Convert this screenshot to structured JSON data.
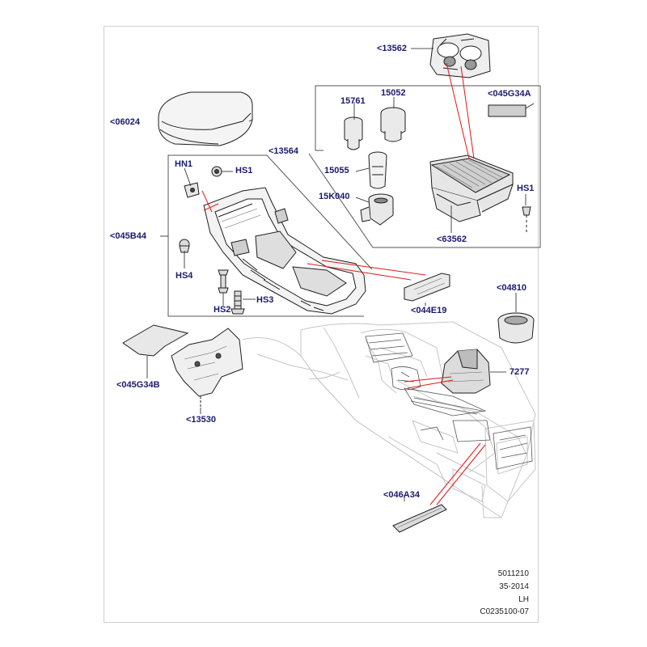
{
  "diagram": {
    "colors": {
      "label": "#1a1a6e",
      "leader_red": "#e01818",
      "outline": "#1e1e1e",
      "ghost": "#c6c6c6",
      "frame": "#555555"
    },
    "callouts": {
      "c13562": "<13562",
      "c045G34A": "<045G34A",
      "c06024": "<06024",
      "c15761": "15761",
      "c15052": "15052",
      "c13564": "<13564",
      "c15055": "15055",
      "cHN1": "HN1",
      "cHS1a": "HS1",
      "cHS1b": "HS1",
      "c15K040": "15K040",
      "c045B44": "<045B44",
      "c63562": "<63562",
      "cHS4": "HS4",
      "c04810": "<04810",
      "cHS3": "HS3",
      "cHS2": "HS2",
      "c044E19": "<044E19",
      "c7277": "7277",
      "c045G34B": "<045G34B",
      "c13530": "<13530",
      "c046A34": "<046A34"
    },
    "footer": {
      "line1": "5011210",
      "line2": "35-2014",
      "line3": "LH",
      "line4": "C0235100-07"
    }
  }
}
